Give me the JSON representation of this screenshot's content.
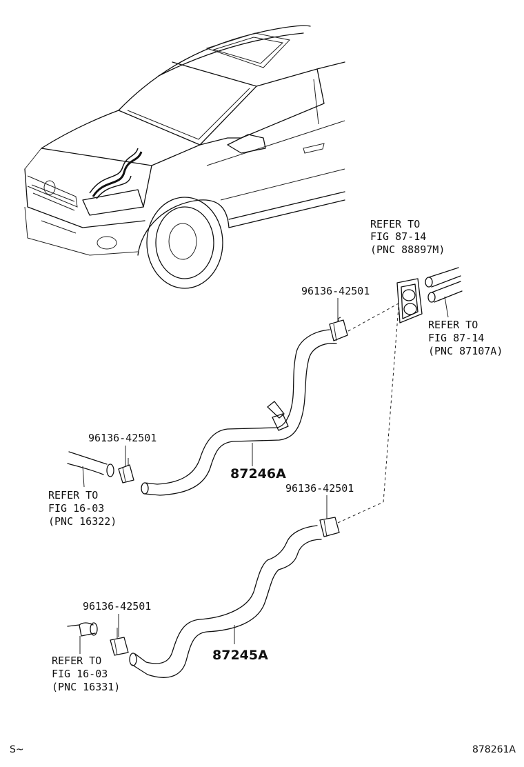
{
  "parts": {
    "hose_upper": "87246A",
    "hose_lower": "87245A",
    "clamp_upper_right": "96136-42501",
    "clamp_upper_left": "96136-42501",
    "clamp_lower_right": "96136-42501",
    "clamp_lower_left": "96136-42501"
  },
  "refs": {
    "grommet": [
      "REFER TO",
      "FIG 87-14",
      "(PNC 88897M)"
    ],
    "heater_pipes": [
      "REFER TO",
      "FIG 87-14",
      "(PNC 87107A)"
    ],
    "engine_upper": [
      "REFER TO",
      "FIG 16-03",
      "(PNC 16322)"
    ],
    "engine_lower": [
      "REFER TO",
      "FIG 16-03",
      "(PNC 16331)"
    ]
  },
  "footer": {
    "left": "S~",
    "right": "878261A"
  }
}
